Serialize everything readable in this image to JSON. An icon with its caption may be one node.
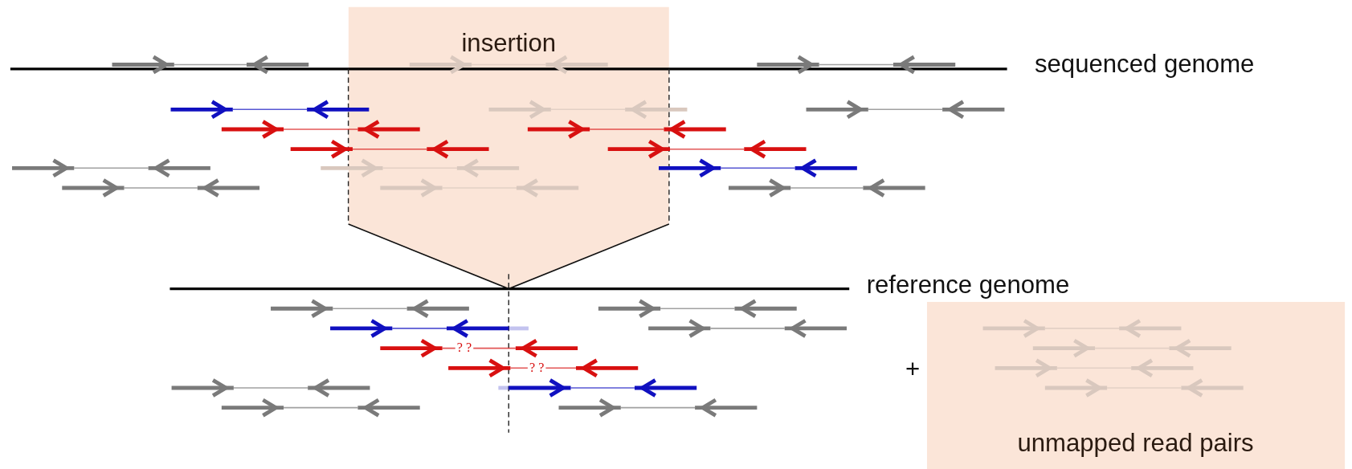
{
  "diagram": {
    "nodes": [
      {
        "text": [
          "insertion"
        ]
      },
      {
        "text": [
          "unmapped read pairs"
        ]
      }
    ],
    "labels": [
      "sequenced genome",
      "reference genome",
      "? ?",
      "? ?",
      "+"
    ]
  }
}
